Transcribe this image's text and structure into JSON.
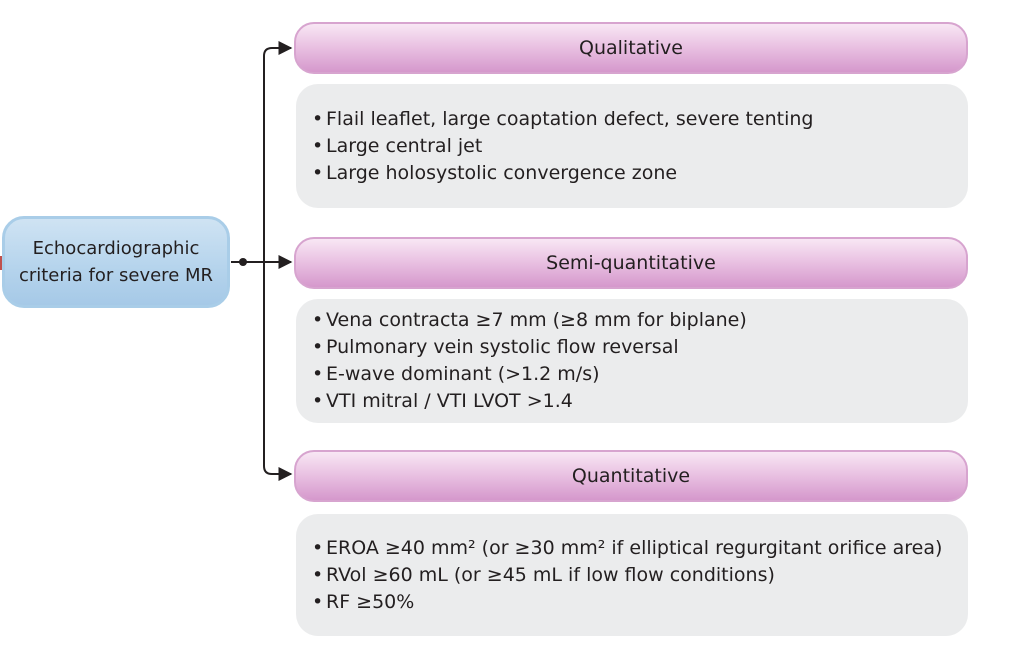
{
  "root": {
    "lines": [
      "Echocardiographic",
      "criteria for severe MR"
    ]
  },
  "sections": [
    {
      "id": "qualitative",
      "title": "Qualitative",
      "items": [
        "Flail leaflet, large coaptation defect, severe tenting",
        "Large central jet",
        "Large holosystolic convergence zone"
      ]
    },
    {
      "id": "semi-quantitative",
      "title": "Semi-quantitative",
      "items": [
        "Vena contracta ≥7 mm (≥8 mm for biplane)",
        "Pulmonary vein systolic flow reversal",
        "E-wave dominant (>1.2 m/s)",
        "VTI mitral / VTI LVOT >1.4"
      ]
    },
    {
      "id": "quantitative",
      "title": "Quantitative",
      "items": [
        "EROA ≥40 mm² (or ≥30 mm² if elliptical regurgitant orifice area)",
        "RVol ≥60 mL (or ≥45 mL if low flow conditions)",
        "RF ≥50%"
      ]
    }
  ],
  "bullet_symbol": "•",
  "colors": {
    "root_fill": "#b4d3ec",
    "root_border": "#a9cde8",
    "header_fill": "#eac3e3",
    "header_border": "#d7a4cf",
    "content_fill": "#ebeced",
    "connector": "#231f20"
  }
}
